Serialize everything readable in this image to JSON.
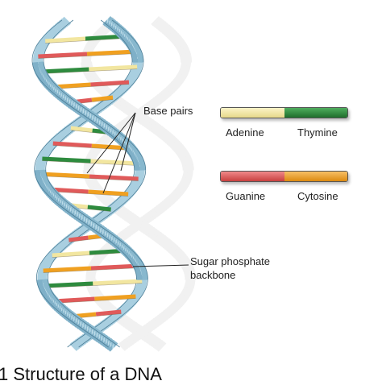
{
  "labels": {
    "base_pairs": "Base pairs",
    "backbone_line1": "Sugar phosphate",
    "backbone_line2": "backbone"
  },
  "legend": [
    {
      "left": "Adenine",
      "right": "Thymine",
      "left_color": "#f2e6a0",
      "right_color": "#2e8b3e"
    },
    {
      "left": "Guanine",
      "right": "Cytosine",
      "left_color": "#e05a5a",
      "right_color": "#f0a020"
    }
  ],
  "caption": "1 Structure of a DNA",
  "colors": {
    "backbone_fill": "#a9cfe0",
    "backbone_edge": "#4d7f98",
    "adenine": "#f2e6a0",
    "thymine": "#2e8b3e",
    "guanine": "#e05a5a",
    "cytosine": "#f0a020"
  }
}
